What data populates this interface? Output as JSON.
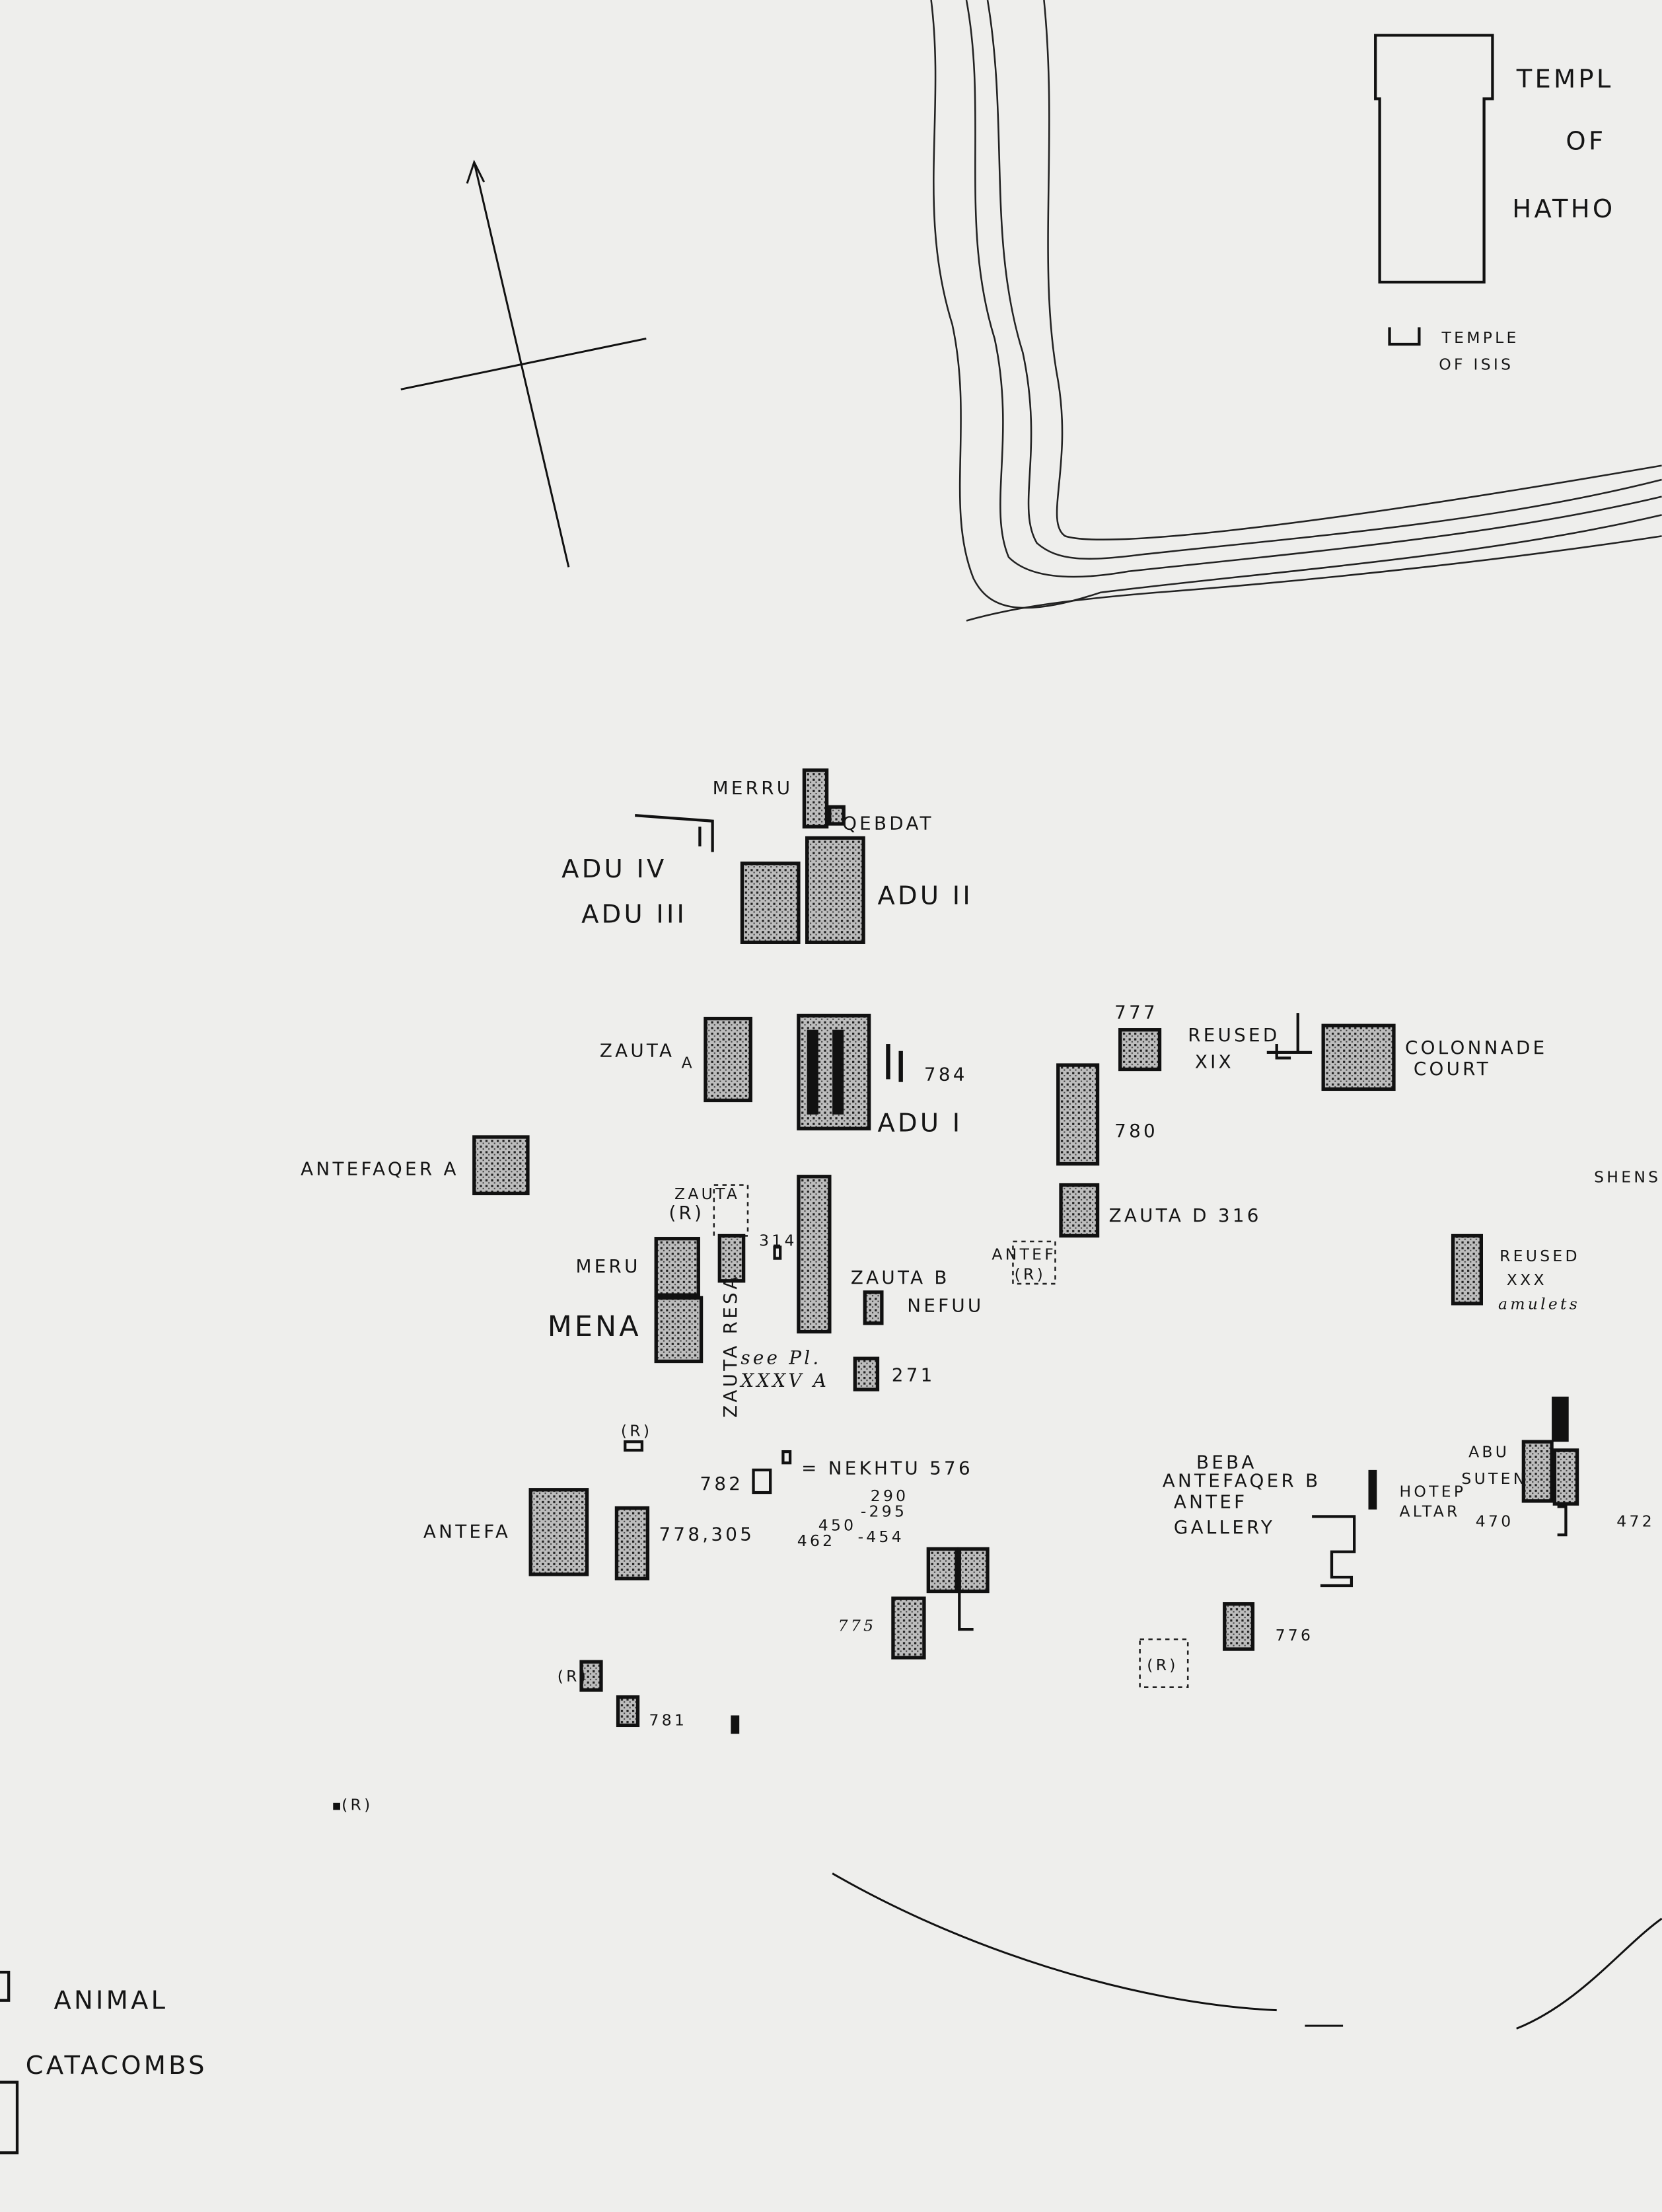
{
  "title_block": {
    "temple_hathor": [
      "TEMPL",
      "OF",
      "HATHO"
    ],
    "temple_isis": [
      "TEMPLE",
      "OF ISIS"
    ]
  },
  "legend": {
    "line1": "ANIMAL",
    "line2": "CATACOMBS"
  },
  "labels": {
    "merru": "MERRU",
    "qebdat": "QEBDAT",
    "adu_iv": "ADU IV",
    "adu_iii": "ADU III",
    "adu_ii": "ADU II",
    "zauta_a": "ZAUTA",
    "zauta_a_sub": "A",
    "n784": "784",
    "adu_i": "ADU I",
    "n777": "777",
    "reused_xix_1": "REUSED",
    "reused_xix_2": "XIX",
    "colonnade": "COLONNADE",
    "court": "COURT",
    "n780": "780",
    "antefaqer_a": "ANTEFAQER A",
    "shense": "SHENSE",
    "zauta_d": "ZAUTA D 316",
    "zauta_r_1": "ZAUTA",
    "zauta_r_2": "(R)",
    "n314": "314",
    "meru": "MERU",
    "zauta_b": "ZAUTA B",
    "nefuu": "NEFUU",
    "antef_r_1": "ANTEF",
    "antef_r_2": "(R)",
    "reused_xxx_1": "REUSED",
    "reused_xxx_2": "XXX",
    "amulets": "amulets",
    "mena": "MENA",
    "zauta_resa": "ZAUTA RESA",
    "see_pl": "see Pl.",
    "xxxv_a": "XXXV A",
    "n271": "271",
    "r1": "(R)",
    "nekhtu": "= NEKHTU 576",
    "n782": "782",
    "n290": "290",
    "n295": "-295",
    "n450": "450",
    "n462": "462",
    "n454": "-454",
    "antefa": "ANTEFA",
    "n778": "778,305",
    "beba": "BEBA",
    "antefaqer_b": "ANTEFAQER B",
    "antef": "ANTEF",
    "gallery": "GALLERY",
    "hotep": "HOTEP",
    "altar": "ALTAR",
    "abu": "ABU",
    "suten": "SUTEN",
    "n470": "470",
    "n472": "472",
    "n775": "775",
    "n776": "776",
    "r2": "(R)",
    "r3": "(R)",
    "n781": "781",
    "r4": "(R)"
  }
}
